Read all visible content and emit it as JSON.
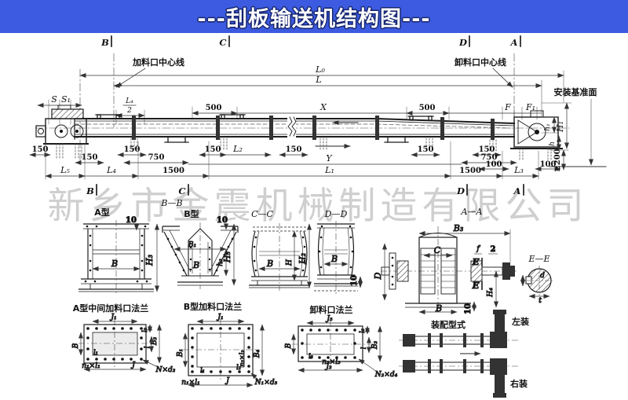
{
  "banner": {
    "title": "---刮板输送机结构图---"
  },
  "watermark": "新乡市金震机械制造有限公司",
  "colors": {
    "banner_bg": "#3c5be0",
    "banner_text": "#ffffff",
    "banner_outline": "#15246e",
    "line": "#1c1c1c",
    "watermark": "#c7c7c7"
  },
  "markers": {
    "A": "A",
    "B": "B",
    "C": "C",
    "D": "D",
    "E": "E"
  },
  "main_view": {
    "feed_centerline": "加料口中心线",
    "discharge_centerline": "卸料口中心线",
    "datum_plane": "安装基准面",
    "dims": {
      "L0": "L₀",
      "L": "L",
      "X": "X",
      "Y": "Y",
      "S": "S",
      "S1": "S₁",
      "F": "F",
      "F1": "F₁",
      "L1": "L₁",
      "L2": "L₂",
      "L3": "L₃",
      "L4": "L₄",
      "L5": "L₅",
      "L4_half_num": "L₄",
      "L4_half_den": "2",
      "d150": "150",
      "d500": "500",
      "d750": "750",
      "d100": "100",
      "d1500": "1500",
      "h1": "h₁",
      "H1": "H₁",
      "h": "h",
      "ge200": "≥200"
    }
  },
  "sections": {
    "type_a": "A型",
    "bb": "B—B",
    "type_b": "B型",
    "cc": "C—C",
    "dd": "D—D",
    "aa": "A—A",
    "ee": "E—E",
    "dims": {
      "d10": "10",
      "B": "B",
      "B1": "B₁",
      "B3": "B₃",
      "H": "H",
      "H2": "H₂",
      "H3": "H₃",
      "H4": "H₄",
      "h2": "h₂",
      "C": "C",
      "D": "D",
      "f": "f",
      "two": "2",
      "d": "d",
      "t": "t"
    }
  },
  "flanges": {
    "f1_title": "A型中间加料口法兰",
    "f2_title": "B型加料口法兰",
    "f3_title": "卸料口法兰",
    "dims": {
      "J": "J",
      "J1": "J₁",
      "J2": "J₂",
      "J3": "J₃",
      "B": "B",
      "B1": "B₁",
      "B2": "B₂",
      "B4": "B₄",
      "l": "l",
      "l0": "l₀",
      "l1": "l₁",
      "l2": "l₂",
      "l3": "l₃",
      "n1l1": "n₁×l₁",
      "n2l2": "n₂×l₂",
      "n3l3": "n₃×l₃",
      "Nd2": "N×d₂",
      "N1d3": "N₁×d₃",
      "N2d4": "N₂×d₄"
    }
  },
  "assembly": {
    "title": "装配型式",
    "left_install": "左装",
    "right_install": "右装"
  }
}
